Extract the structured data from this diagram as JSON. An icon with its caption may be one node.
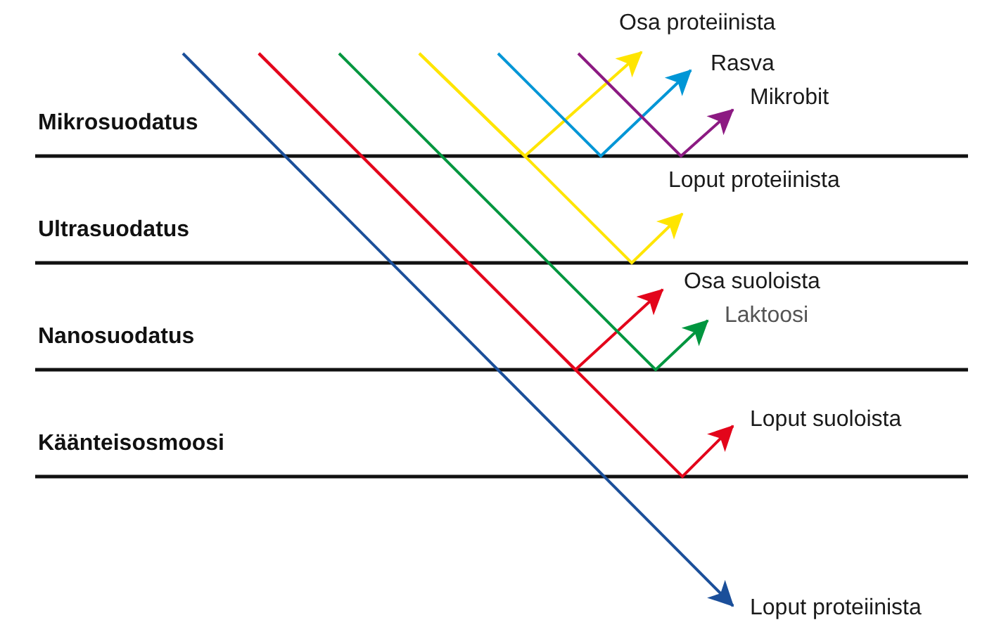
{
  "diagram": {
    "nodes": [
      {
        "text": [
          "Osa proteiinista"
        ]
      },
      {
        "text": [
          "Rasva"
        ]
      },
      {
        "text": [
          "Mikrobit"
        ]
      },
      {
        "text": [
          "Loput proteiinista"
        ]
      },
      {
        "text": [
          "Osa suoloista"
        ]
      },
      {
        "text": [
          "Laktoosi"
        ]
      },
      {
        "text": [
          "Loput suoloista"
        ]
      },
      {
        "text": [
          "Loput proteiinista"
        ]
      }
    ],
    "edges": [
      {
        "from": null,
        "to": 0,
        "arrow": "to",
        "color": "#ffe500"
      },
      {
        "from": null,
        "to": 1,
        "arrow": "to",
        "color": "#0096d6"
      },
      {
        "from": null,
        "to": 2,
        "arrow": "to",
        "color": "#8c1a82"
      },
      {
        "from": null,
        "to": 3,
        "arrow": "to",
        "color": "#ffe500"
      },
      {
        "from": null,
        "to": 4,
        "arrow": "to",
        "color": "#e3051b"
      },
      {
        "from": null,
        "to": 5,
        "arrow": "to",
        "color": "#00963f"
      },
      {
        "from": null,
        "to": 6,
        "arrow": "to",
        "color": "#e3051b"
      },
      {
        "from": null,
        "to": 7,
        "arrow": "to",
        "color": "#1b4f9a"
      }
    ],
    "labels": [
      "Mikrosuodatus",
      "Ultrasuodatus",
      "Nanosuodatus",
      "Käänteisosmoosi"
    ]
  }
}
